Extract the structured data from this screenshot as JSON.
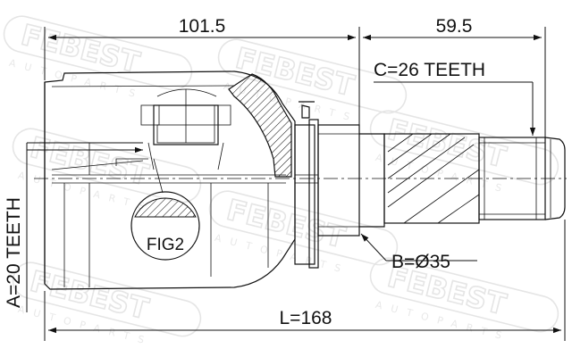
{
  "dimensions": {
    "housing_length": "101.5",
    "shaft_length": "59.5",
    "total_length": "L=168"
  },
  "annotations": {
    "outer_spline": "C=26 TEETH",
    "inner_spline": "A=20 TEETH",
    "seal_diameter": "B=Ø35",
    "detail_ref": "FIG2"
  },
  "colors": {
    "line": "#111111",
    "watermark": "#e3e3e3",
    "background": "#ffffff"
  }
}
